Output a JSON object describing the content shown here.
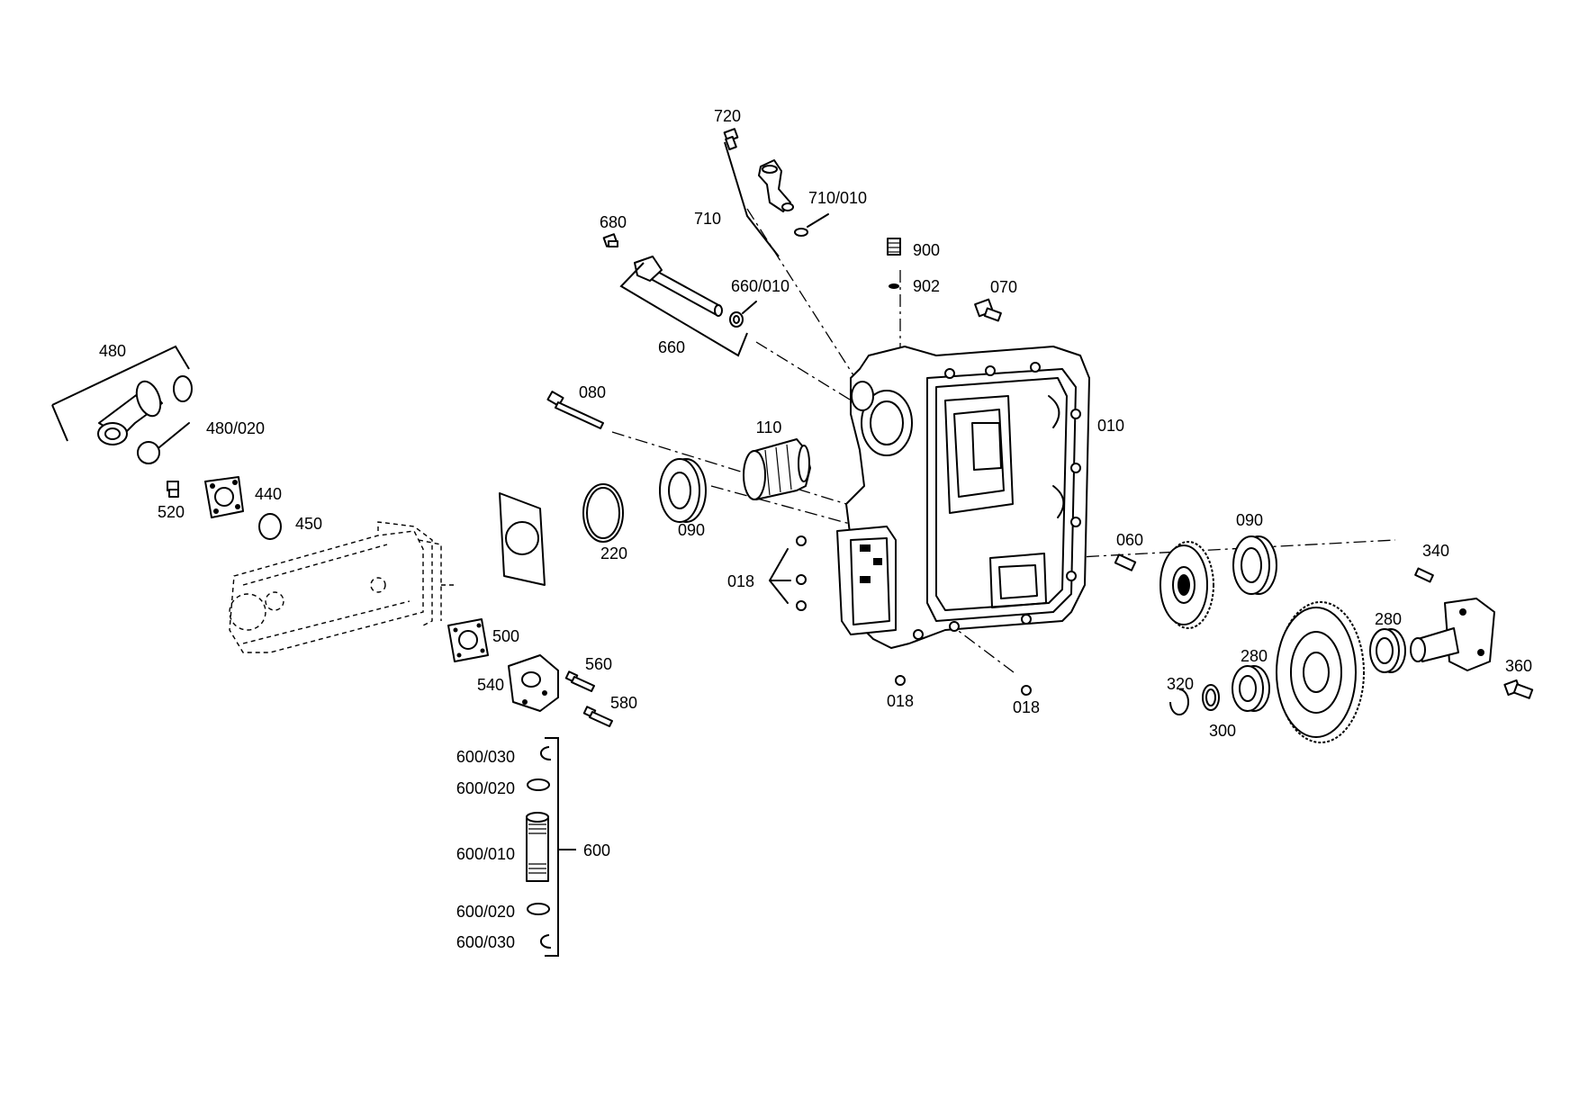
{
  "labels": {
    "p720": "720",
    "p710": "710",
    "p710_010": "710/010",
    "p680": "680",
    "p660_010": "660/010",
    "p660": "660",
    "p900": "900",
    "p902": "902",
    "p070": "070",
    "p080": "080",
    "p110": "110",
    "p010": "010",
    "p480": "480",
    "p480_020": "480/020",
    "p520": "520",
    "p440": "440",
    "p450": "450",
    "p220": "220",
    "p090_a": "090",
    "p018_left": "018",
    "p018_bottom": "018",
    "p018_right": "018",
    "p060": "060",
    "p090_b": "090",
    "p340": "340",
    "p280_a": "280",
    "p280_b": "280",
    "p320": "320",
    "p300": "300",
    "p360": "360",
    "p500": "500",
    "p540": "540",
    "p560": "560",
    "p580": "580",
    "p600_030_top": "600/030",
    "p600_020_top": "600/020",
    "p600_010": "600/010",
    "p600": "600",
    "p600_020_bottom": "600/020",
    "p600_030_bottom": "600/030"
  },
  "icons": {
    "housing": "gear-housing-icon",
    "pump": "hydraulic-pump-icon",
    "gear_large": "large-gear-icon",
    "gear_small": "small-gear-icon"
  }
}
